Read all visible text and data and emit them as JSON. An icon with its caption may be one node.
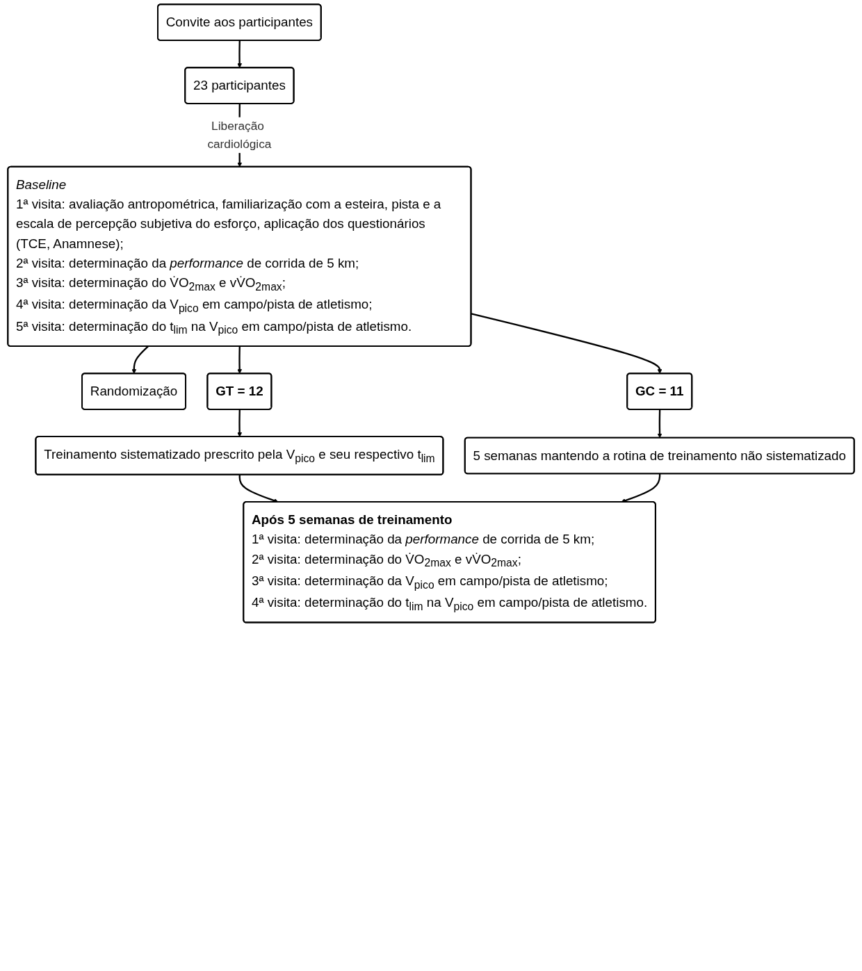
{
  "diagram": {
    "nodes": [
      {
        "text": [
          "Convite aos participantes"
        ]
      },
      {
        "text": [
          "23 participantes"
        ]
      },
      {
        "text": [
          "Baseline",
          "1ª visita: avaliação antropométrica, familiarização com a esteira, pista e a escala de percepção subjetiva do esforço, aplicação dos questionários (TCE, Anamnese);",
          "2ª visita: determinação da *performance* de corrida de 5 km;",
          "3ª visita: determinação do V̇O$_{2max}$ e vV̇O$_{2max}$;",
          "4ª visita: determinação da V$_{pico}$ em campo/pista de atletismo;",
          "5ª visita: determinação do t$_{lim}$ na V$_{pico}$ em campo/pista de atletismo."
        ]
      },
      {
        "text": [
          "Randomização"
        ]
      },
      {
        "text": [
          "GT = 12"
        ]
      },
      {
        "text": [
          "GC = 11"
        ]
      },
      {
        "text": [
          "Treinamento sistematizado prescrito pela V$_{pico}$ e seu respectivo t$_{lim}$"
        ]
      },
      {
        "text": [
          "5 semanas mantendo a rotina de treinamento não sistematizado"
        ]
      },
      {
        "text": [
          "Após 5 semanas de treinamento",
          "1ª visita: determinação da *performance* de corrida de 5 km;",
          "2ª visita: determinação do V̇O$_{2max}$ e vV̇O$_{2max}$;",
          "3ª visita: determinação da V$_{pico}$ em campo/pista de atletismo;",
          "4ª visita: determinação do t$_{lim}$ na V$_{pico}$ em campo/pista de atletismo."
        ]
      }
    ],
    "edges": [
      {
        "from": 0,
        "to": 1,
        "arrow": "to"
      },
      {
        "from": 1,
        "to": 2,
        "arrow": "to",
        "label": "Liberação cardiológica"
      },
      {
        "from": 2,
        "to": 3,
        "arrow": "to"
      },
      {
        "from": 2,
        "to": 4,
        "arrow": "to"
      },
      {
        "from": 2,
        "to": 5,
        "arrow": "to"
      },
      {
        "from": 4,
        "to": 6,
        "arrow": "to"
      },
      {
        "from": 5,
        "to": 7,
        "arrow": "to"
      },
      {
        "from": 6,
        "to": 8,
        "arrow": "to"
      },
      {
        "from": 7,
        "to": 8,
        "arrow": "to"
      }
    ]
  }
}
